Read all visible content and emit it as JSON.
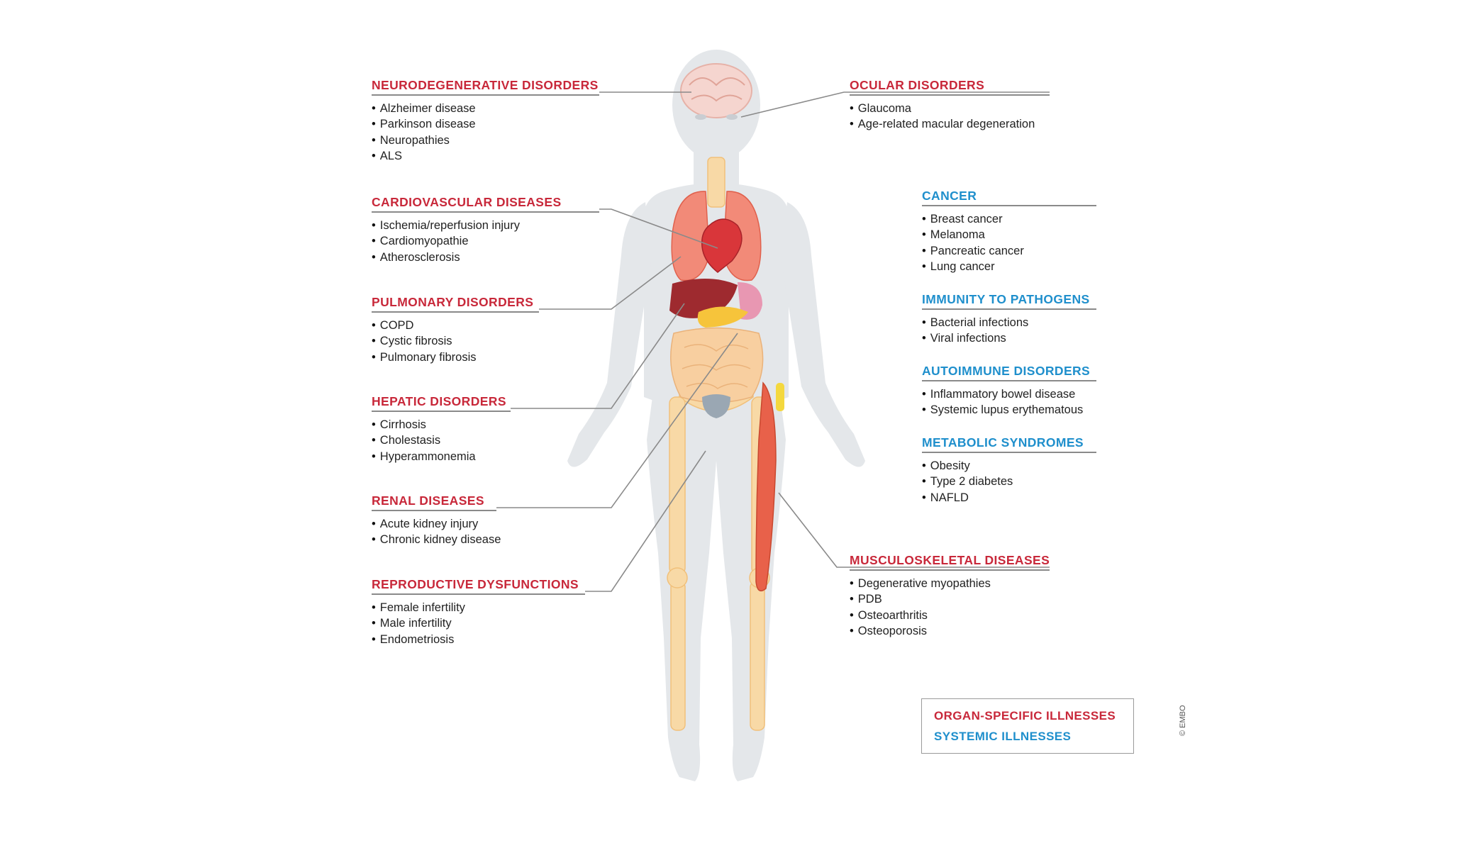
{
  "legend": {
    "organ_specific": "ORGAN-SPECIFIC ILLNESSES",
    "systemic": "SYSTEMIC ILLNESSES"
  },
  "copyright": "© EMBO",
  "colors": {
    "organ_specific": "#c8283a",
    "systemic": "#1f8fcc",
    "body_silhouette": "#e4e7ea",
    "leader_line": "#8a8a8a"
  },
  "groups": {
    "neuro": {
      "title": "NEURODEGENERATIVE DISORDERS",
      "items": [
        "Alzheimer disease",
        "Parkinson disease",
        "Neuropathies",
        "ALS"
      ]
    },
    "cardio": {
      "title": "CARDIOVASCULAR DISEASES",
      "items": [
        "Ischemia/reperfusion injury",
        "Cardiomyopathie",
        "Atherosclerosis"
      ]
    },
    "pulmonary": {
      "title": "PULMONARY DISORDERS",
      "items": [
        "COPD",
        "Cystic fibrosis",
        "Pulmonary fibrosis"
      ]
    },
    "hepatic": {
      "title": "HEPATIC DISORDERS",
      "items": [
        "Cirrhosis",
        "Cholestasis",
        "Hyperammonemia"
      ]
    },
    "renal": {
      "title": "RENAL DISEASES",
      "items": [
        "Acute kidney injury",
        "Chronic kidney disease"
      ]
    },
    "reproductive": {
      "title": "REPRODUCTIVE DYSFUNCTIONS",
      "items": [
        "Female infertility",
        "Male infertility",
        "Endometriosis"
      ]
    },
    "ocular": {
      "title": "OCULAR DISORDERS",
      "items": [
        "Glaucoma",
        "Age-related macular degeneration"
      ]
    },
    "cancer": {
      "title": "CANCER",
      "items": [
        "Breast cancer",
        "Melanoma",
        "Pancreatic cancer",
        "Lung cancer"
      ]
    },
    "immunity": {
      "title": "IMMUNITY TO PATHOGENS",
      "items": [
        "Bacterial infections",
        "Viral infections"
      ]
    },
    "autoimmune": {
      "title": "AUTOIMMUNE DISORDERS",
      "items": [
        "Inflammatory bowel disease",
        "Systemic lupus erythematous"
      ]
    },
    "metabolic": {
      "title": "METABOLIC SYNDROMES",
      "items": [
        "Obesity",
        "Type 2 diabetes",
        "NAFLD"
      ]
    },
    "musculo": {
      "title": "MUSCULOSKELETAL DISEASES",
      "items": [
        "Degenerative myopathies",
        "PDB",
        "Osteoarthritis",
        "Osteoporosis"
      ]
    }
  }
}
